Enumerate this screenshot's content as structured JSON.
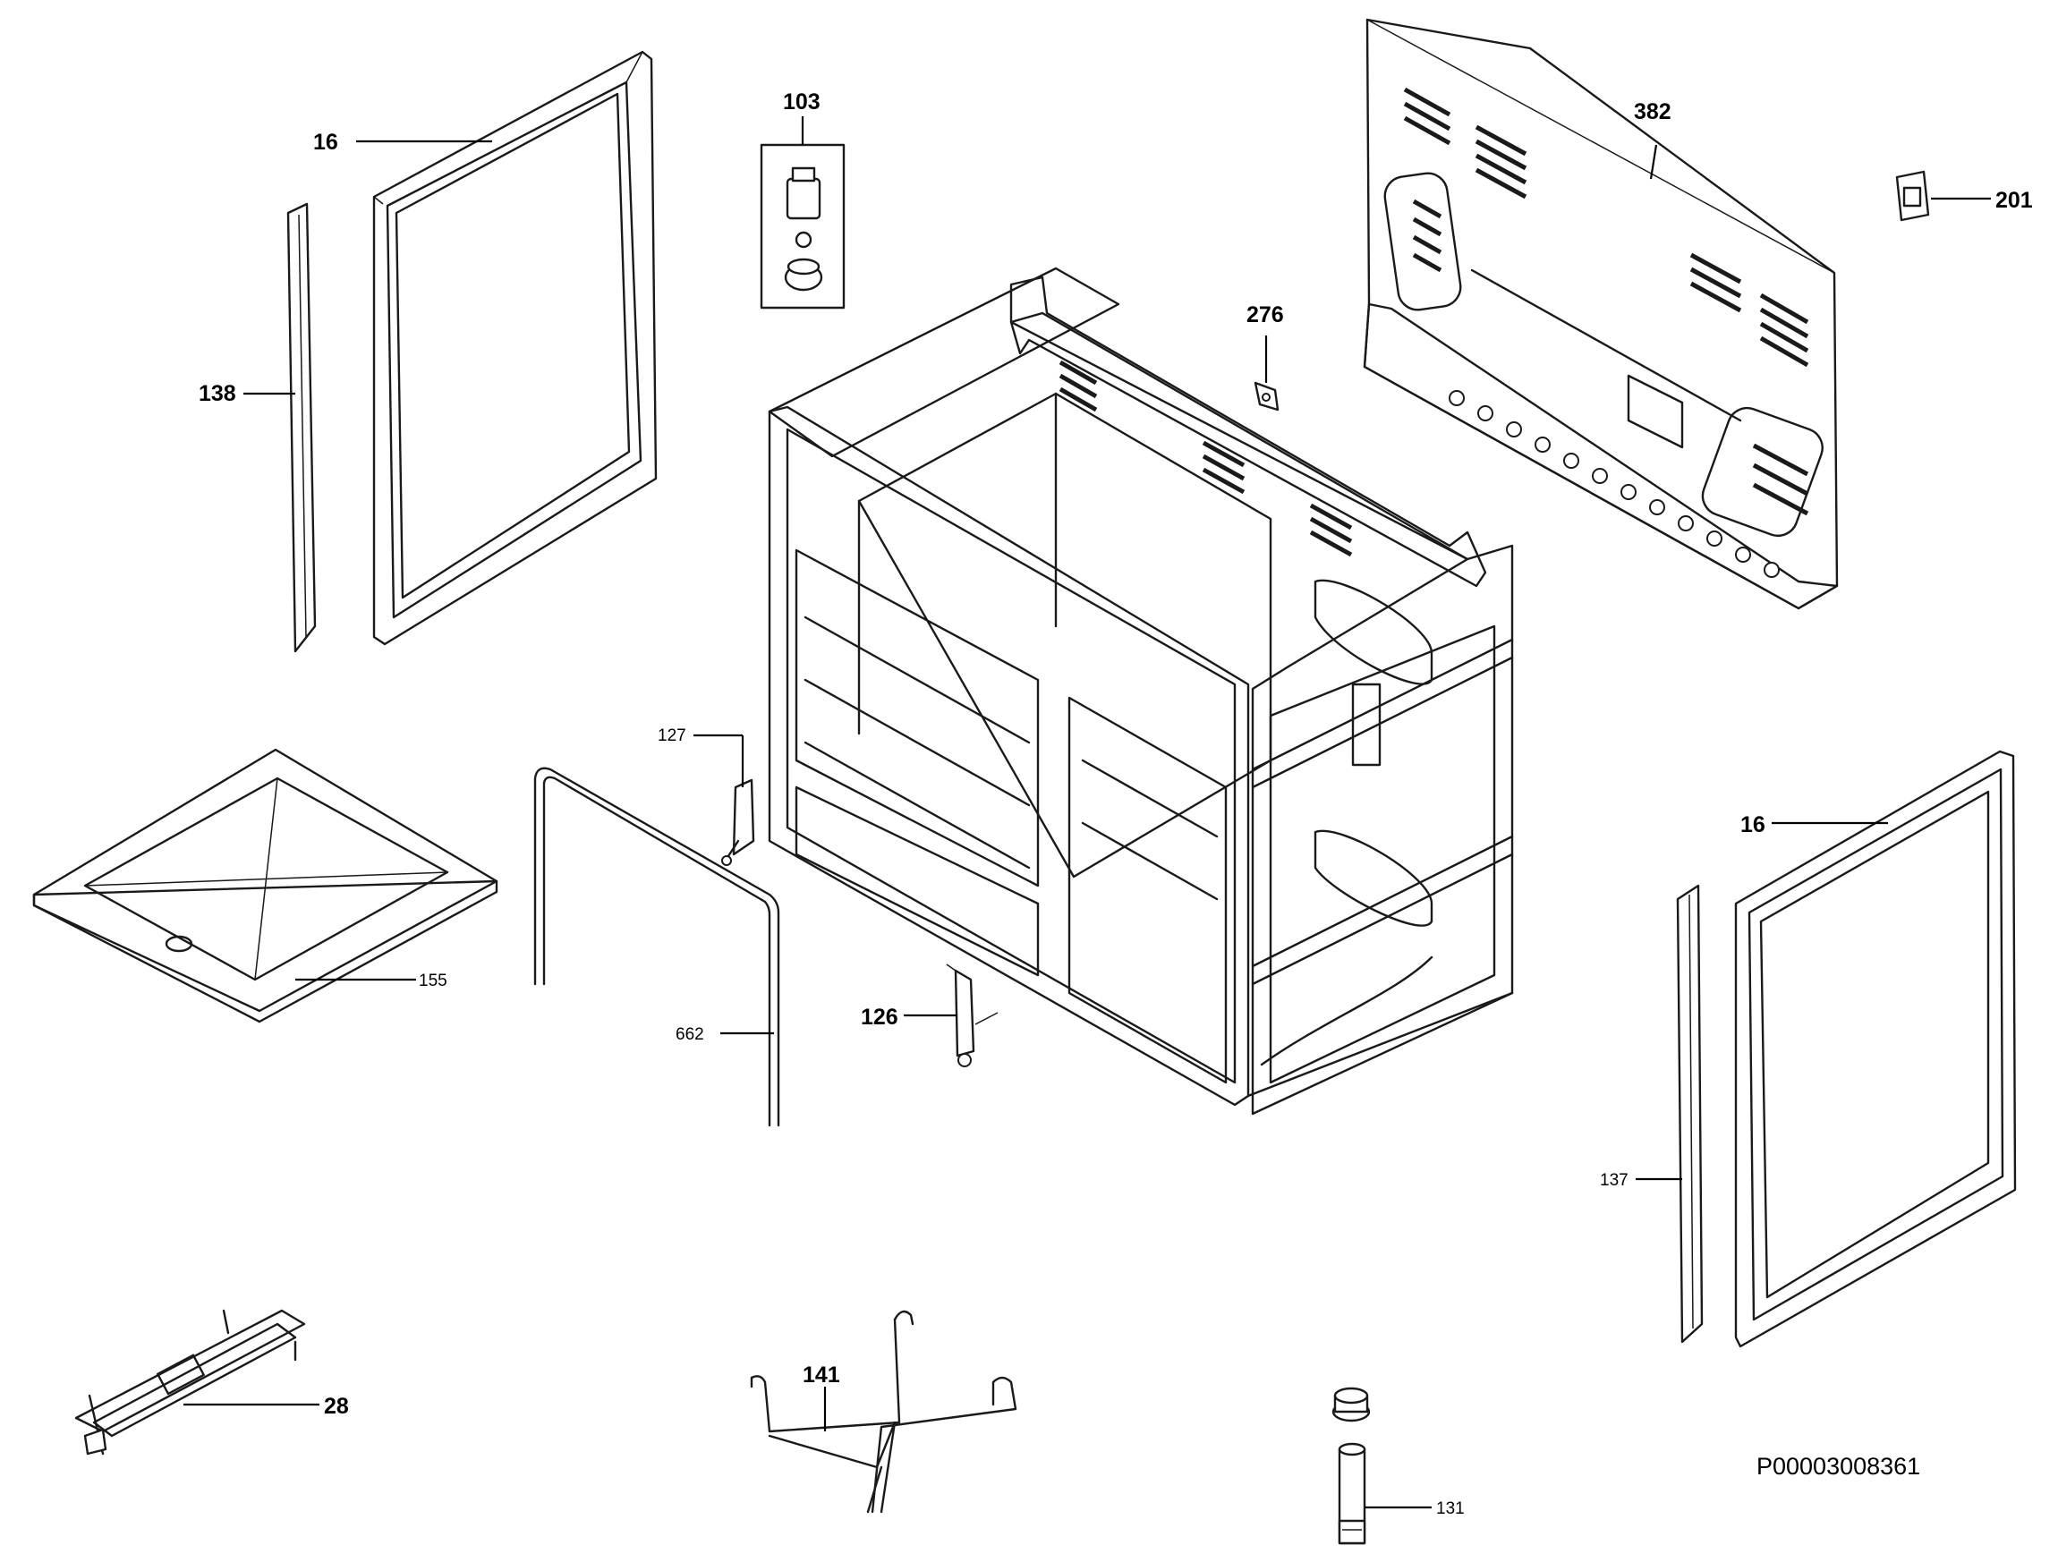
{
  "labels": {
    "l16_top": "16",
    "l103": "103",
    "l382": "382",
    "l201": "201",
    "l276": "276",
    "l138": "138",
    "l127": "127",
    "l155": "155",
    "l662": "662",
    "l126": "126",
    "l16_right": "16",
    "l137": "137",
    "l141": "141",
    "l28": "28",
    "l131": "131"
  },
  "document_id": "P00003008361"
}
